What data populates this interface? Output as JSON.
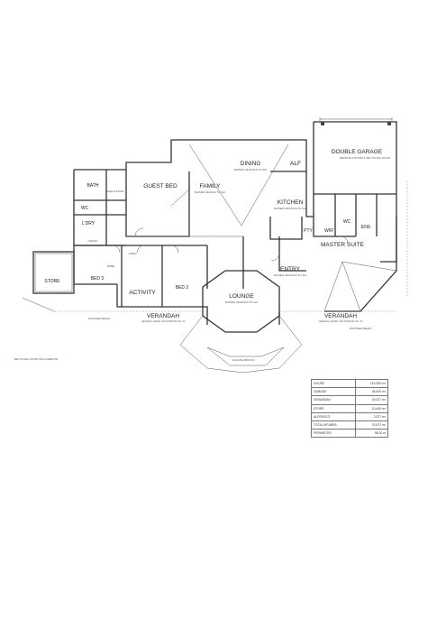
{
  "rooms": {
    "dining": "DINING",
    "family": "FAMILY",
    "guest_bed": "GUEST BED",
    "bath": "BATH",
    "wc_left": "WC",
    "ldry": "L'DRY",
    "store": "STORE",
    "bed3": "BED 3",
    "activity": "ACTIVITY",
    "bed2": "BED 2",
    "verandah_left": "VERANDAH",
    "lounge": "LOUNGE",
    "entry": "ENTRY",
    "kitchen": "KITCHEN",
    "alf": "ALF",
    "double_garage": "DOUBLE GARAGE",
    "wc_right": "WC",
    "ens": "ENS",
    "wir": "WIR",
    "pty": "PTY",
    "master_suite": "MASTER SUITE",
    "verandah_right": "VERANDAH"
  },
  "notes": {
    "dining_ceiling": "RAISED CEILINGS TO 32c",
    "family_ceiling": "RAISED CEILING TO 32c",
    "kitchen_ceiling": "RAISED CEILINGS TO 33c",
    "lounge_ceiling": "RAISED CEILINGS TO 32c",
    "entry_ceiling": "RAISED CEILINGS TO 30c",
    "verandah_left_ceiling": "CEILING LEVEL 29c RAKING 60 -%",
    "verandah_right_ceiling": "CEILING LEVEL 29c RAKING 45 -%",
    "exposed_beam": "EXPOSED BEAM",
    "sectional_door": "SECTIONAL DOOR WITH REMOTE",
    "garage_door": "REMOTE CONTROL SECTIONAL DOOR",
    "square_bricks": "SQUARE BRICKS",
    "linen": "LINEN",
    "robe": "ROBE",
    "grano": "GRANO",
    "shelf_rail": "SHELF & RAIL"
  },
  "area_table": [
    {
      "label": "HOUSE",
      "value": "215.530 m²"
    },
    {
      "label": "GARAGE",
      "value": "36.400 m²"
    },
    {
      "label": "VERANDAH",
      "value": "40.027 m²"
    },
    {
      "label": "STORE",
      "value": "10.440 m²"
    },
    {
      "label": "ALFRESCO",
      "value": "2.027 m²"
    },
    {
      "label": "TOTAL AP AREA",
      "value": "374.97 m²"
    },
    {
      "label": "PERIMETER",
      "value": "98.20 m"
    }
  ]
}
